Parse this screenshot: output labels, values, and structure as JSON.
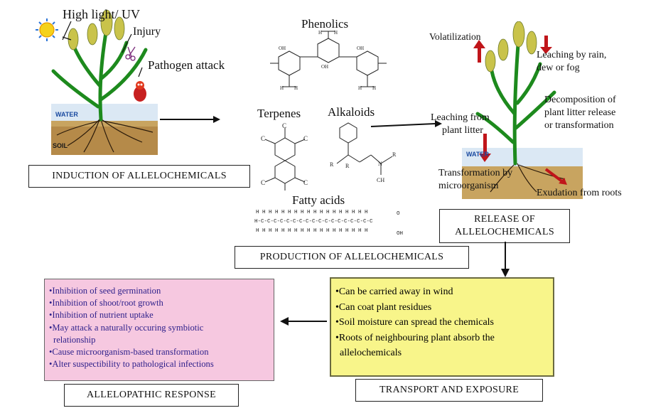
{
  "induction": {
    "high_light": "High light/ UV",
    "injury": "Injury",
    "pathogen": "Pathogen attack",
    "water": "WATER",
    "soil": "SOIL",
    "box_label": "INDUCTION OF ALLELOCHEMICALS"
  },
  "production": {
    "phenolics": "Phenolics",
    "terpenes": "Terpenes",
    "alkaloids": "Alkaloids",
    "fatty_acids": "Fatty acids",
    "box_label": "PRODUCTION OF  ALLELOCHEMICALS"
  },
  "release": {
    "volatilization": "Volatilization",
    "leaching_rain_1": "Leaching by rain,",
    "leaching_rain_2": "dew or fog",
    "decomposition_1": "Decomposition of",
    "decomposition_2": "plant litter release",
    "decomposition_3": "or transformation",
    "leaching_litter_1": "Leaching  from",
    "leaching_litter_2": "plant litter",
    "water": "WATER",
    "transformation_1": "Transformation by",
    "transformation_2": "microorganism",
    "exudation": "Exudation from roots",
    "box_line1": "RELEASE OF",
    "box_line2": "ALLELOCHEMICALS"
  },
  "transport": {
    "items": [
      "•Can be carried away in wind",
      "•Can coat plant residues",
      "•Soil moisture can spread the chemicals",
      "•Roots of neighbouring plant absorb the",
      "allelochemicals"
    ],
    "box_label": "TRANSPORT AND EXPOSURE"
  },
  "response": {
    "items": [
      "•Inhibition of seed germination",
      "•Inhibition of shoot/root growth",
      "•Inhibition of nutrient uptake",
      "•May attack a naturally occuring symbiotic",
      "relationship",
      "•Cause microorganism-based transformation",
      "•Alter suspectibility to pathological infections"
    ],
    "box_label": "ALLELOPATHIC RESPONSE"
  },
  "colors": {
    "pink": "#f6c8e0",
    "yellow": "#f8f58a",
    "arrow_red": "#c0151a",
    "bullet_blue": "#2d1f8a"
  }
}
